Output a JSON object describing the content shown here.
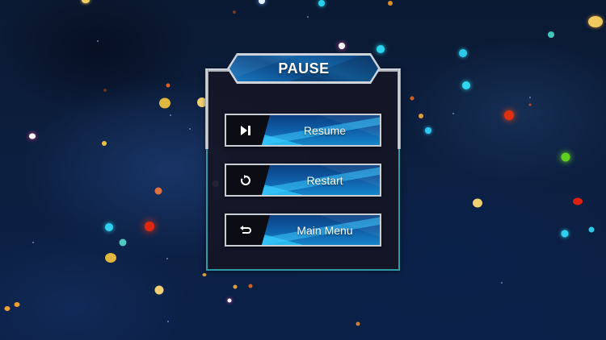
{
  "pause_menu": {
    "title": "PAUSE",
    "buttons": [
      {
        "label": "Resume",
        "icon": "play-next-icon"
      },
      {
        "label": "Restart",
        "icon": "restart-icon"
      },
      {
        "label": "Main Menu",
        "icon": "return-icon"
      }
    ]
  },
  "colors": {
    "panel_border": "#2f9aa6",
    "panel_background": "#16162a",
    "button_border": "#c9ced5",
    "button_fill": "#0f5ea8",
    "accent_cyan": "#28bef0",
    "background": "#0c1f40"
  }
}
